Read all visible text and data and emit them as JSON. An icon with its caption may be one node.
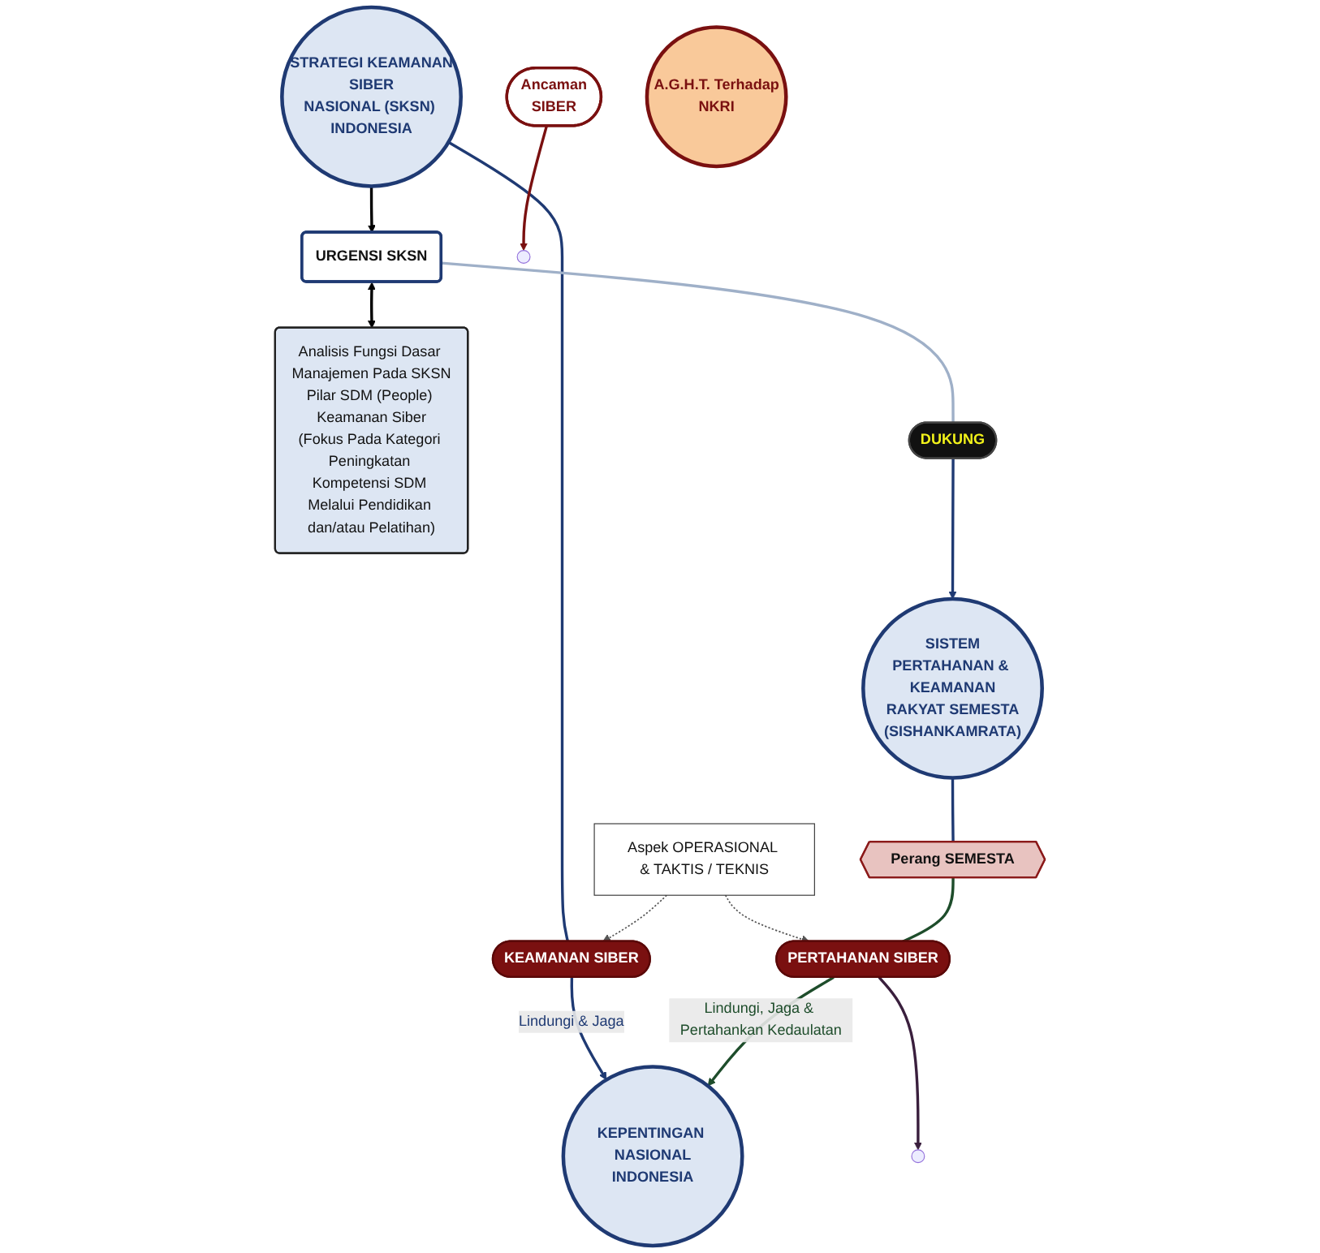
{
  "diagram": {
    "nodes": [
      {
        "text": [
          "STRATEGI KEAMANAN",
          "SIBER",
          "NASIONAL (SKSN) INDONESIA"
        ]
      },
      {
        "text": [
          "URGENSI SKSN"
        ]
      },
      {
        "text": [
          "Analisis Fungsi Dasar Manajemen Pada SKSN",
          "Pilar SDM (People) Keamanan Siber",
          "(Fokus Pada Kategori Peningkatan Kompetensi SDM Melalui Pendidikan dan/atau Pelatihan)"
        ]
      },
      {
        "text": [
          "DUKUNG"
        ]
      },
      {
        "text": [
          "SISTEM",
          "PERTAHANAN & KEAMANAN",
          "RAKYAT SEMESTA",
          "(SISHANKAMRATA)"
        ]
      },
      {
        "text": [
          "KEAMANAN SIBER"
        ]
      },
      {
        "text": [
          "KEPENTINGAN NASIONAL",
          "INDONESIA"
        ]
      },
      {
        "text": [
          "Aspek OPERASIONAL & TAKTIS / TEKNIS"
        ]
      },
      {
        "text": [
          "Perang SEMESTA"
        ]
      },
      {
        "text": [
          "PERTAHANAN SIBER"
        ]
      },
      {
        "text": [
          "Ancaman",
          "SIBER"
        ]
      },
      {
        "text": [
          "A.G.H.T. Terhadap",
          "NKRI"
        ]
      }
    ],
    "edges": [
      {
        "from": 0,
        "to": 1,
        "arrow": "to",
        "color": "#000000"
      },
      {
        "from": 1,
        "to": 2,
        "arrow": "both",
        "color": "#000000"
      },
      {
        "from": 0,
        "to": 5,
        "arrow": "none"
      },
      {
        "from": 5,
        "to": 6,
        "arrow": "to",
        "label": "Lindungi & Jaga"
      },
      {
        "from": 1,
        "to": 3,
        "arrow": "none",
        "color": "#9fb0c8"
      },
      {
        "from": 3,
        "to": 4,
        "arrow": "to"
      },
      {
        "from": 7,
        "to": 5,
        "arrow": "to",
        "style": "dashed",
        "color": "#555555"
      },
      {
        "from": 7,
        "to": 9,
        "arrow": "to",
        "style": "dashed",
        "color": "#555555"
      },
      {
        "from": 4,
        "to": 8,
        "arrow": "none"
      },
      {
        "from": 8,
        "to": 9,
        "arrow": "none",
        "color": "#1e4d2b"
      },
      {
        "from": 9,
        "to": 6,
        "arrow": "to",
        "label": "Lindungi, Jaga & Pertahankan Kedaulatan",
        "color": "#1e4d2b"
      },
      {
        "from": 9,
        "to": null,
        "arrow": "to",
        "color": "#3a1f3d"
      },
      {
        "from": 10,
        "to": null,
        "arrow": "to",
        "color": "#7a1010"
      }
    ]
  }
}
